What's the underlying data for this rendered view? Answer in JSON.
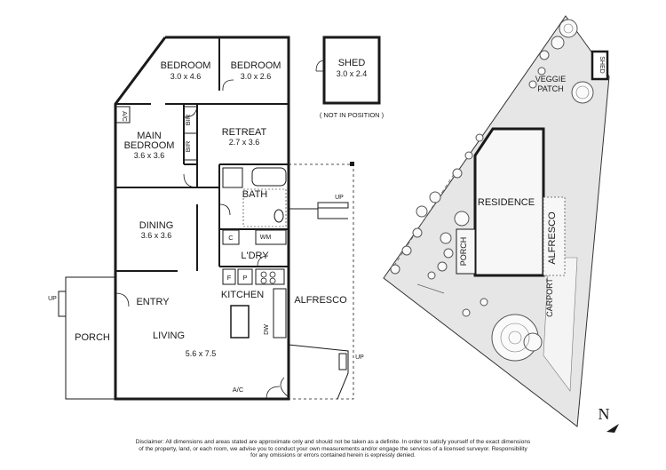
{
  "floor_plan": {
    "rooms": {
      "bedroom_1": {
        "name": "BEDROOM",
        "dims": "3.0 x 4.6"
      },
      "bedroom_2": {
        "name": "BEDROOM",
        "dims": "3.0 x 2.6"
      },
      "main_bedroom": {
        "name_line1": "MAIN",
        "name_line2": "BEDROOM",
        "dims": "3.6 x 3.6"
      },
      "retreat": {
        "name": "RETREAT",
        "dims": "2.7 x 3.6"
      },
      "bath": {
        "name": "BATH"
      },
      "dining": {
        "name": "DINING",
        "dims": "3.6 x 3.6"
      },
      "laundry": {
        "name": "L'DRY"
      },
      "kitchen": {
        "name": "KITCHEN"
      },
      "entry": {
        "name": "ENTRY"
      },
      "living": {
        "name": "LIVING",
        "dims": "5.6 x 7.5"
      },
      "porch": {
        "name": "PORCH"
      },
      "alfresco": {
        "name": "ALFRESCO"
      },
      "shed": {
        "name": "SHED",
        "dims": "3.0 x 2.4",
        "note": "( NOT IN POSITION )"
      }
    },
    "labels": {
      "ac_top": "A/C",
      "ac_bottom": "A/C",
      "bir_1": "BIR",
      "bir_2": "BIR",
      "c": "C",
      "wm": "WM",
      "f": "F",
      "p": "P",
      "dw": "DW",
      "up_porch": "UP",
      "up_alfresco_top": "UP",
      "up_alfresco_bottom": "UP"
    }
  },
  "site_plan": {
    "residence": "RESIDENCE",
    "porch": "PORCH",
    "alfresco": "ALFRESCO",
    "carport": "CARPORT",
    "shed": "SHED",
    "veggie_line1": "VEGGIE",
    "veggie_line2": "PATCH",
    "north": "N"
  },
  "disclaimer": {
    "line1": "Disclaimer: All dimensions and areas stated are approximate only and should not be taken as a definite. In order to satisfy yourself of the exact dimensions",
    "line2": "of the property, land, or each room, we advise you to conduct your own measurements and/or engage the services of a licensed surveyor. Responsibility",
    "line3": "for any omissions or errors contained herein is expressly denied."
  },
  "colors": {
    "wall": "#1a1a1a",
    "site_fill": "#e6e6e6",
    "tree": "#555555"
  }
}
